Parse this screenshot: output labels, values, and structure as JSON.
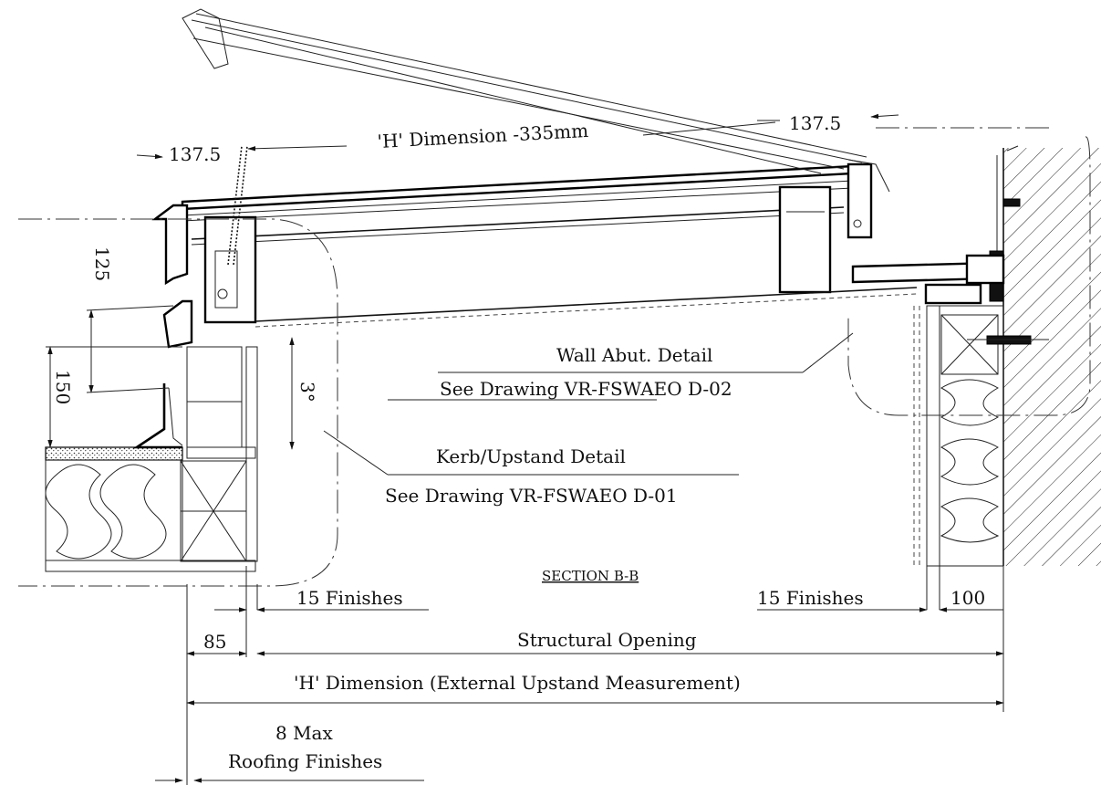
{
  "section_title": "SECTION B-B",
  "dimensions": {
    "top_left_offset": "137.5",
    "top_right_offset": "137.5",
    "h_dim_opening": "'H' Dimension -335mm",
    "vertical_125": "125",
    "vertical_150": "150",
    "pitch": "3°",
    "finishes_left": "15 Finishes",
    "finishes_right": "15 Finishes",
    "wall_100": "100",
    "kerb_85": "85",
    "structural_opening": "Structural Opening",
    "h_dim_external": "'H' Dimension (External Upstand Measurement)",
    "max_8": "8 Max",
    "roofing_finishes": "Roofing Finishes"
  },
  "callouts": {
    "wall_title": "Wall Abut. Detail",
    "wall_ref": "See Drawing VR-FSWAEO D-02",
    "kerb_title": "Kerb/Upstand Detail",
    "kerb_ref": "See Drawing VR-FSWAEO D-01"
  }
}
